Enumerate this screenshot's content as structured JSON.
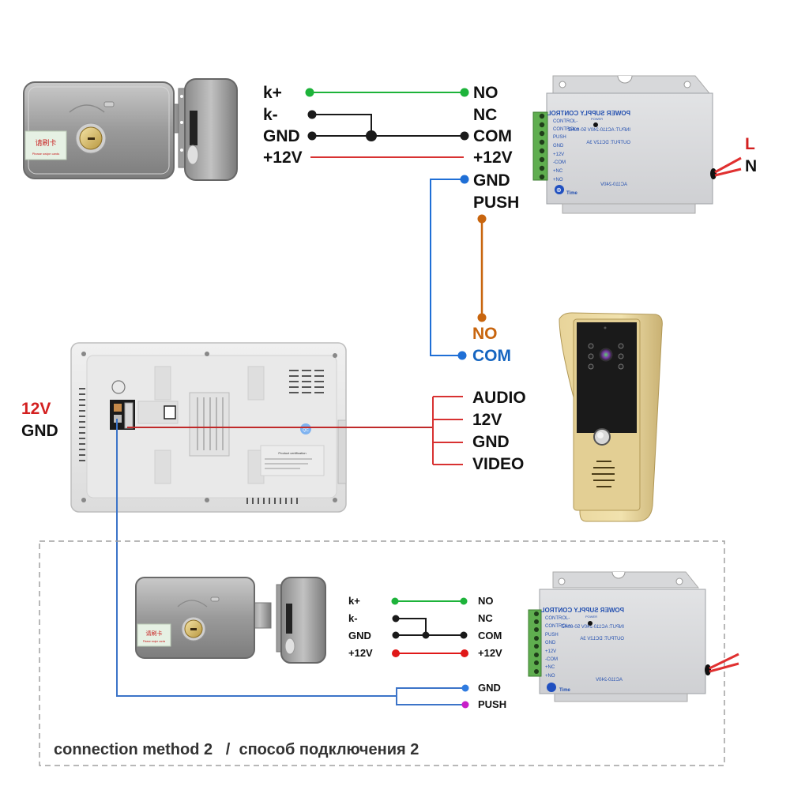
{
  "title": "Video intercom door lock wiring diagram",
  "colors": {
    "green_wire": "#1db33a",
    "black_wire": "#1a1a1a",
    "red_wire": "#d83232",
    "blue_wire": "#1f6fd6",
    "orange_wire": "#c8650e",
    "push_dot": "#c81ec8",
    "dashed_border": "#a0a0a0"
  },
  "method1": {
    "lock_terminals": [
      "k+",
      "k-",
      "GND",
      "+12V"
    ],
    "psu_terminals": [
      "NO",
      "NC",
      "COM",
      "+12V",
      "GND",
      "PUSH"
    ],
    "connections": [
      {
        "from": "k+",
        "to": "NO",
        "color": "green"
      },
      {
        "from": "k-",
        "to": "COM",
        "color": "black",
        "note": "joined with GND"
      },
      {
        "from": "GND",
        "to": "COM",
        "color": "black"
      },
      {
        "from": "+12V",
        "to": "+12V",
        "color": "red"
      },
      {
        "from": "PSU GND",
        "to": "Doorbell COM",
        "color": "blue"
      },
      {
        "from": "PSU PUSH",
        "to": "Doorbell NO",
        "color": "orange"
      }
    ],
    "mains_labels": {
      "l": "L",
      "n": "N"
    },
    "doorbell_terminals": {
      "no": "NO",
      "com": "COM"
    }
  },
  "monitor": {
    "power_labels": {
      "v12": "12V",
      "gnd": "GND"
    },
    "outdoor_bus": [
      "AUDIO",
      "12V",
      "GND",
      "VIDEO"
    ],
    "sticker_certification": "Product certification",
    "qc_badge": "QC"
  },
  "psu": {
    "brand_text": "POWER SUPPLY CONTROL",
    "input": "INPUT: AC110-240V 50-60HZ",
    "output": "OUTPUT: DC12V 3A",
    "rating": "AC110-240V",
    "power_label": "POWER",
    "time_label": "Time",
    "terminals": [
      "CONTROL-",
      "CONTROL+",
      "PUSH",
      "GND",
      "+12V",
      "-COM",
      "+NC",
      "+NO"
    ]
  },
  "lock": {
    "sticker_cn": "请刷卡",
    "sticker_en": "Please swipe cards"
  },
  "method2": {
    "lock_terminals": [
      "k+",
      "k-",
      "GND",
      "+12V"
    ],
    "psu_terminals": [
      "NO",
      "NC",
      "COM",
      "+12V",
      "GND",
      "PUSH"
    ],
    "caption": "connection method 2   /  способ подключения 2"
  }
}
